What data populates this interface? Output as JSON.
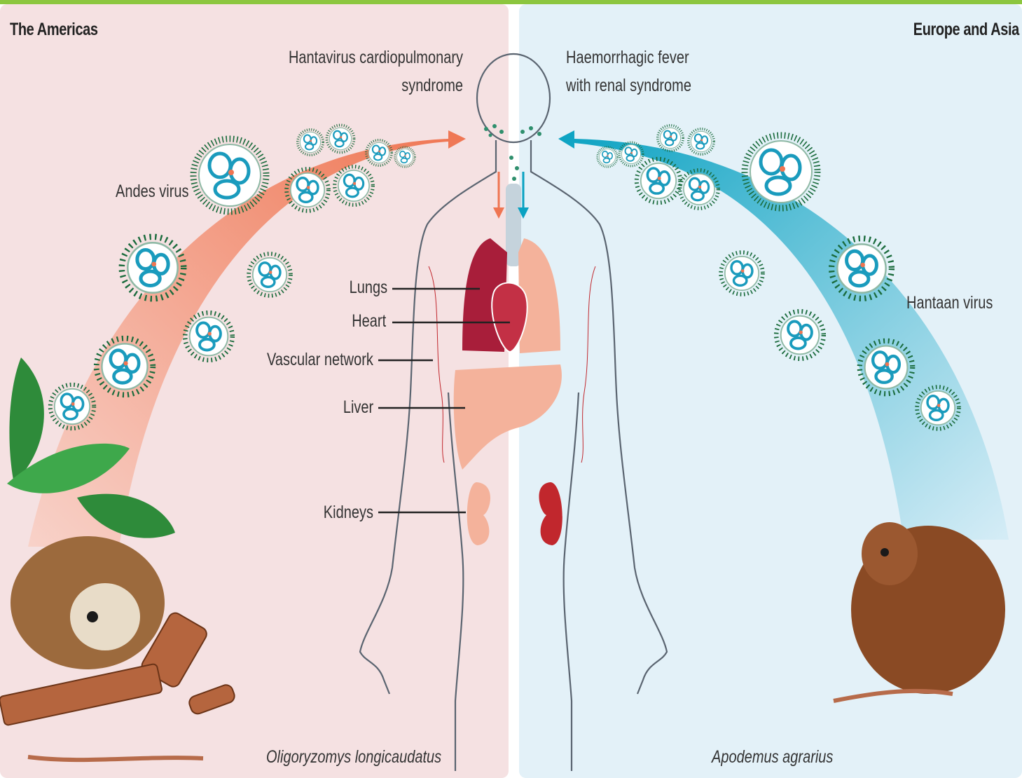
{
  "regions": {
    "left": {
      "title": "The Americas",
      "virus": "Andes virus",
      "syndrome": "Hantavirus cardiopulmonary syndrome",
      "host": "Oligoryzomys longicaudatus"
    },
    "right": {
      "title": "Europe and Asia",
      "virus": "Hantaan virus",
      "syndrome": "Haemorrhagic fever with renal syndrome",
      "host": "Apodemus agrarius"
    }
  },
  "organ_labels": [
    "Lungs",
    "Heart",
    "Vascular network",
    "Liver",
    "Kidneys"
  ],
  "colors": {
    "top_bar": "#8cc63f",
    "left_bg": "#f5e1e2",
    "right_bg": "#e3f1f8",
    "left_arrow": "#ef7552",
    "right_arrow": "#0aa2c2",
    "virion_ring": "#1a9bbd",
    "spike": "#1a6b3c",
    "lung_dark": "#a81e3a",
    "organ_light": "#f4b29b",
    "kidney_dark": "#c1272d"
  },
  "icons": [
    "andes-virion-icon",
    "hantaan-virion-icon",
    "rice-rat-icon",
    "striped-field-mouse-icon",
    "leaf-icon",
    "log-icon",
    "human-body-icon"
  ]
}
